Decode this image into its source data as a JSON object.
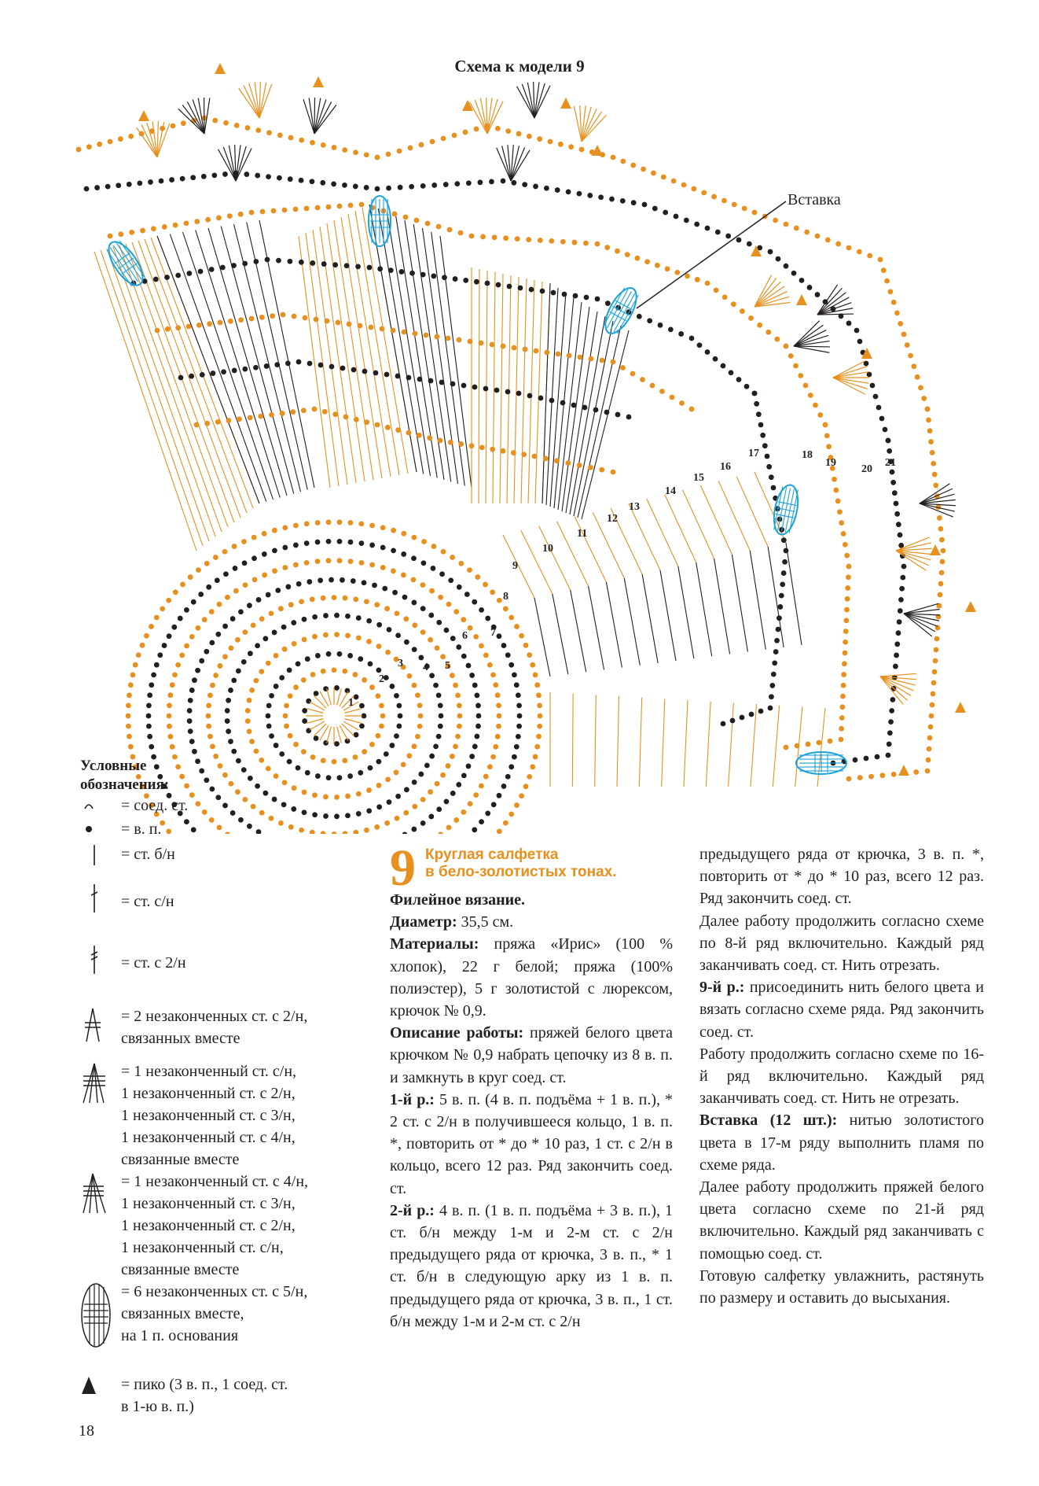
{
  "page_title": "Схема к модели 9",
  "diagram": {
    "label_insert": "Вставка",
    "row_numbers": [
      "1",
      "2",
      "3",
      "4",
      "5",
      "6",
      "7",
      "8",
      "9",
      "10",
      "11",
      "12",
      "13",
      "14",
      "15",
      "16",
      "17",
      "18",
      "19",
      "20",
      "21"
    ],
    "colors": {
      "gold": "#e8901e",
      "black": "#231f20",
      "blue": "#1aa3db"
    }
  },
  "legend": {
    "title": "Условные\nобозначения:",
    "items": [
      {
        "icon": "sl-st-icon",
        "text": "= соед. ст."
      },
      {
        "icon": "chain-icon",
        "text": "= в. п."
      },
      {
        "icon": "sc-icon",
        "text": "= ст. б/н"
      },
      {
        "icon": "dc-icon",
        "text": "= ст. с/н"
      },
      {
        "icon": "tr-icon",
        "text": "= ст. с 2/н"
      },
      {
        "icon": "tr2tog-icon",
        "text": "= 2 незаконченных ст. с 2/н,\nсвязанных вместе"
      },
      {
        "icon": "cluster4-icon",
        "text": "= 1 незаконченный ст. с/н,\n1 незаконченный ст. с 2/н,\n1 незаконченный ст. с 3/н,\n1 незаконченный ст. с 4/н,\nсвязанные вместе"
      },
      {
        "icon": "cluster4-rev-icon",
        "text": "= 1 незаконченный ст. с 4/н,\n1 незаконченный ст. с 3/н,\n1 незаконченный ст. с 2/н,\n1 незаконченный ст. с/н,\nсвязанные вместе"
      },
      {
        "icon": "flame-icon",
        "text": "= 6 незаконченных ст. с 5/н,\nсвязанных вместе,\nна 1 п. основания"
      },
      {
        "icon": "picot-icon",
        "text": "= пико (3 в. п., 1 соед. ст.\nв 1-ю в. п.)"
      }
    ]
  },
  "article": {
    "number": "9",
    "heading": "Круглая салфетка\nв бело-золотистых тонах.",
    "technique": "Филейное вязание.",
    "diameter_label": "Диаметр:",
    "diameter_value": " 35,5 см.",
    "materials_label": "Материалы:",
    "materials_value": " пряжа «Ирис» (100 % хлопок), 22 г белой; пряжа (100% полиэстер), 5 г золотистой с люрексом, крючок № 0,9.",
    "desc_label": "Описание работы:",
    "desc_value": " пряжей белого цвета крючком № 0,9 набрать цепочку из 8 в. п. и замкнуть в круг соед. ст.",
    "r1_label": "1-й р.:",
    "r1_value": " 5 в. п. (4 в. п. подъёма + 1 в. п.), * 2 ст. с 2/н в получившееся кольцо, 1 в. п. *, повторить от * до * 10 раз, 1 ст. с 2/н в кольцо, всего 12 раз. Ряд закончить соед. ст.",
    "r2_label": "2-й р.:",
    "r2_value": " 4 в. п. (1 в. п. подъёма + 3 в. п.), 1 ст. б/н между 1-м и 2-м ст. с 2/н предыдущего ряда от крючка, 3 в. п., * 1 ст. б/н в следующую арку из 1 в. п. предыдущего ряда от крючка, 3 в. п., 1 ст. б/н между 1-м и 2-м ст. с 2/н",
    "c3_p1": "предыдущего ряда от крючка, 3 в. п. *, повторить от * до * 10 раз, всего 12 раз. Ряд закончить соед. ст.",
    "c3_p2": "Далее работу продолжить согласно схеме по 8-й ряд включительно. Каждый ряд заканчивать соед. ст. Нить отрезать.",
    "r9_label": "9-й р.:",
    "r9_value": " присоединить нить белого цвета и вязать согласно схеме ряда. Ряд закончить соед. ст.",
    "c3_p4": "Работу продолжить согласно схеме по 16-й ряд включительно. Каждый ряд заканчивать соед. ст. Нить не отрезать.",
    "insert_label": "Вставка (12 шт.):",
    "insert_value": " нитью золотистого цвета в 17-м ряду выполнить пламя по схеме ряда.",
    "c3_p6": "Далее работу продолжить пряжей белого цвета согласно схеме по 21-й ряд включительно. Каждый ряд заканчивать с помощью соед. ст.",
    "c3_p7": "Готовую салфетку увлажнить, растянуть по размеру и оставить до высыхания."
  },
  "page_number": "18"
}
